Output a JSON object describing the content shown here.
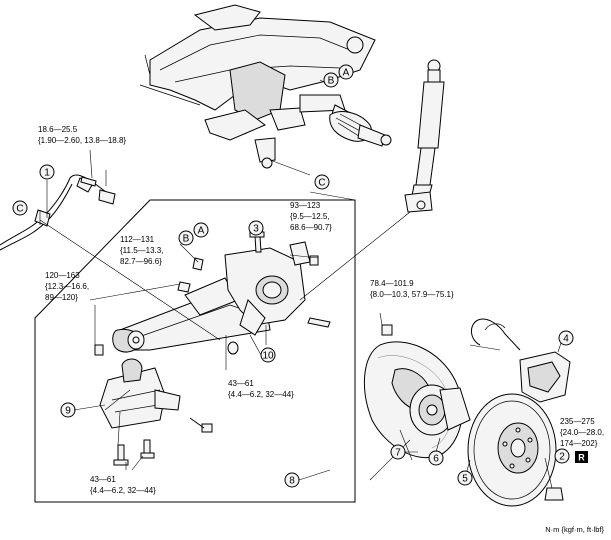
{
  "torque_labels": {
    "t1": {
      "l1": "18.6—25.5",
      "l2": "{1.90—2.60, 13.8—18.8}"
    },
    "t2": {
      "l1": "93—123",
      "l2": "{9.5—12.5,",
      "l3": "68.6—90.7}"
    },
    "t3": {
      "l1": "112—131",
      "l2": "{11.5—13.3,",
      "l3": "82.7—96.6}"
    },
    "t4": {
      "l1": "120—163",
      "l2": "{12.3—16.6,",
      "l3": "89—120}"
    },
    "t5": {
      "l1": "78.4—101.9",
      "l2": "{8.0—10.3, 57.9—75.1}"
    },
    "t6": {
      "l1": "43—61",
      "l2": "{4.4—6.2, 32—44}"
    },
    "t7": {
      "l1": "43—61",
      "l2": "{4.4—6.2, 32—44}"
    },
    "t8": {
      "l1": "235—275",
      "l2": "{24.0—28.0,",
      "l3": "174—202}"
    }
  },
  "callouts": [
    "1",
    "2",
    "3",
    "4",
    "5",
    "6",
    "7",
    "8",
    "9",
    "10"
  ],
  "refs": {
    "a": "A",
    "b": "B",
    "c": "C"
  },
  "replace_mark": "R",
  "unit_legend": "N·m {kgf·m, ft·lbf}",
  "colors": {
    "ink": "#000000",
    "paper": "#ffffff",
    "badge": "#000000"
  }
}
